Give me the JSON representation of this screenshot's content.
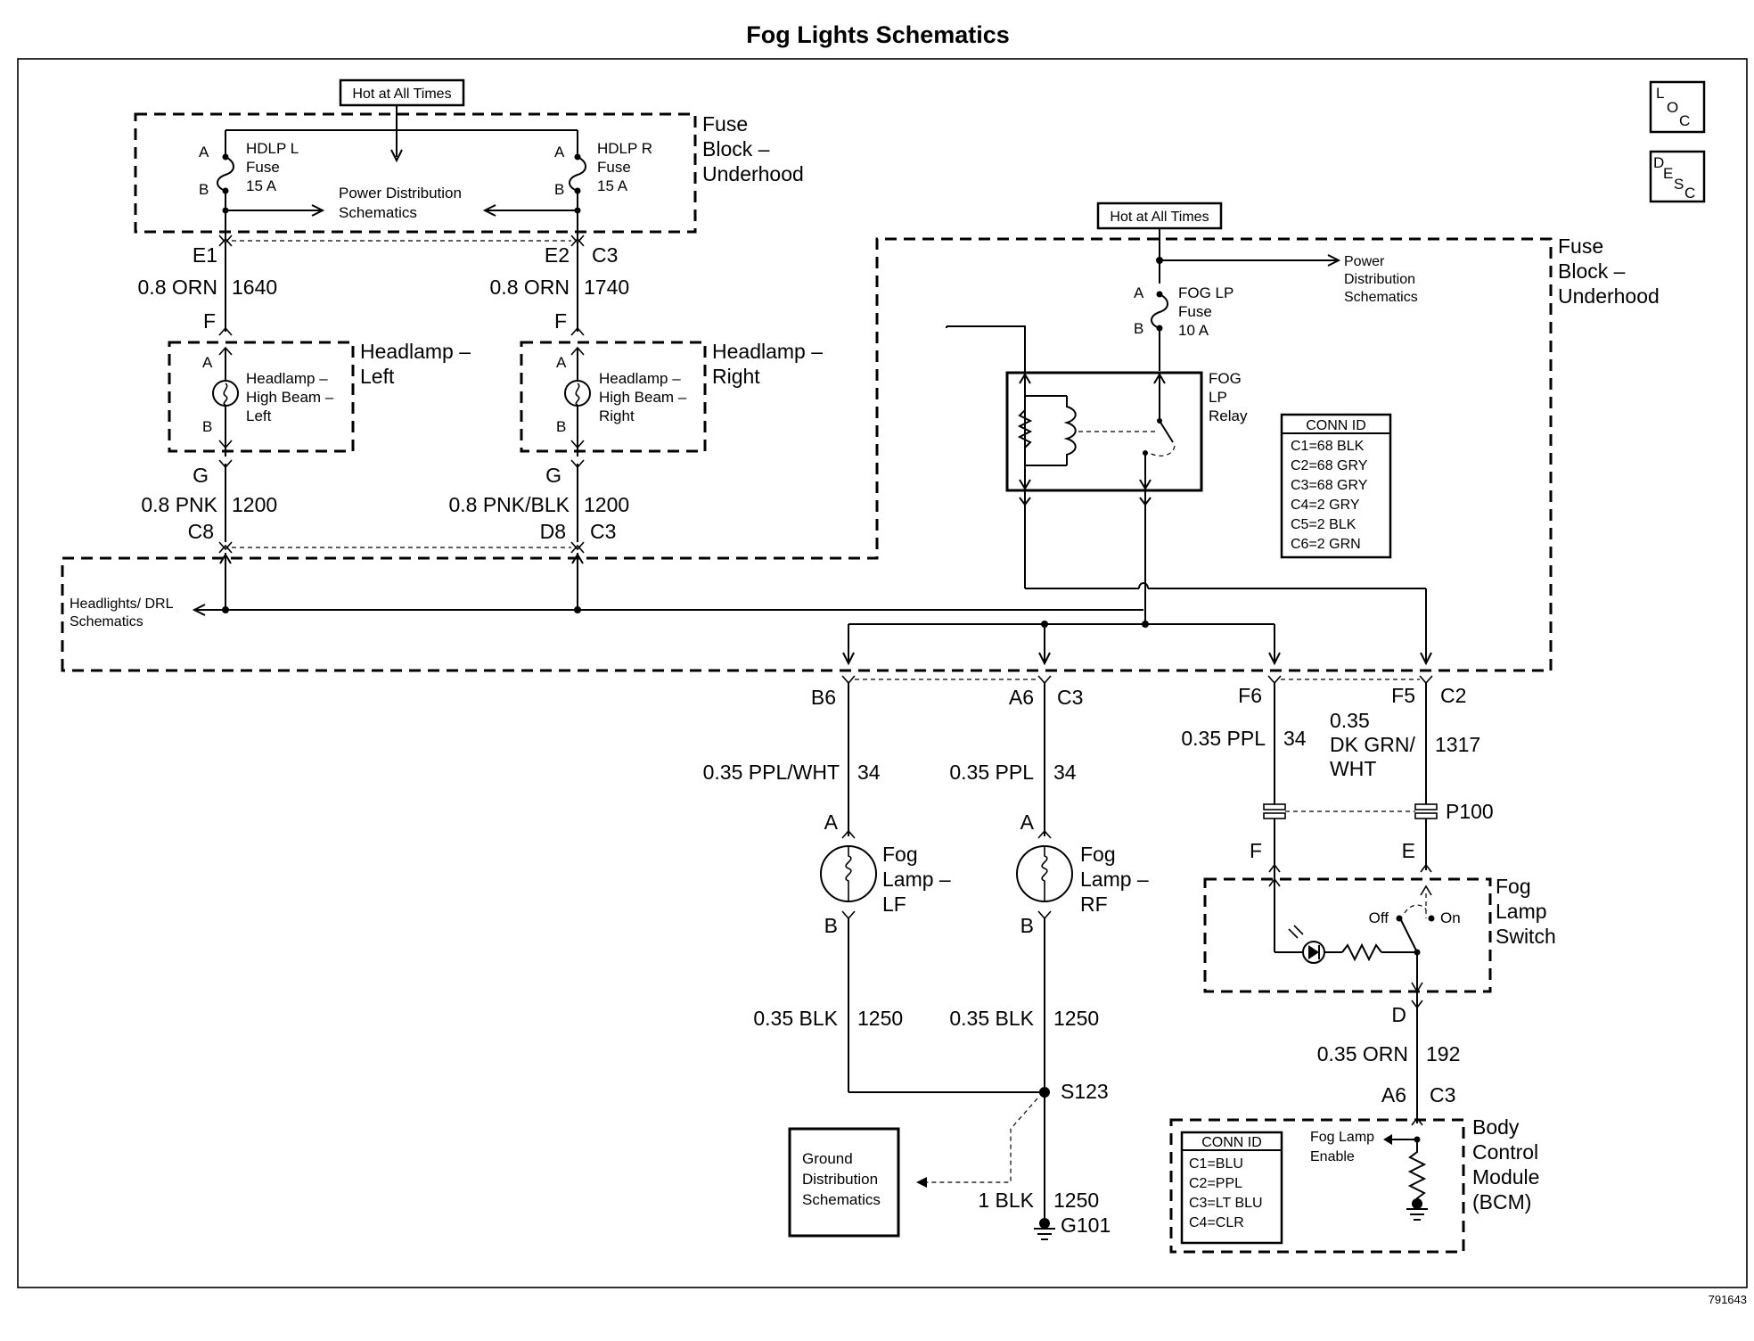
{
  "title": "Fog Lights Schematics",
  "figure_id": "791643",
  "icons": {
    "loc": [
      "L",
      "O",
      "C"
    ],
    "desc": [
      "D",
      "E",
      "S",
      "C"
    ]
  },
  "hot1": "Hot at All Times",
  "hot2": "Hot at All Times",
  "fuse_block_1": [
    "Fuse",
    "Block –",
    "Underhood"
  ],
  "fuse_block_2": [
    "Fuse",
    "Block –",
    "Underhood"
  ],
  "hdlp_l": {
    "name": [
      "HDLP L",
      "Fuse",
      "15 A"
    ],
    "pin_a": "A",
    "pin_b": "B"
  },
  "hdlp_r": {
    "name": [
      "HDLP R",
      "Fuse",
      "15 A"
    ],
    "pin_a": "A",
    "pin_b": "B"
  },
  "power_dist_1": [
    "Power Distribution",
    "Schematics"
  ],
  "power_dist_2": [
    "Power",
    "Distribution",
    "Schematics"
  ],
  "fog_lp_fuse": {
    "name": [
      "FOG LP",
      "Fuse",
      "10 A"
    ],
    "pin_a": "A",
    "pin_b": "B"
  },
  "fog_lp_relay": [
    "FOG",
    "LP",
    "Relay"
  ],
  "conn_id_fuse": {
    "header": "CONN ID",
    "rows": [
      "C1=68 BLK",
      "C2=68 GRY",
      "C3=68 GRY",
      "C4=2 GRY",
      "C5=2 BLK",
      "C6=2 GRN"
    ]
  },
  "conn_id_bcm": {
    "header": "CONN ID",
    "rows": [
      "C1=BLU",
      "C2=PPL",
      "C3=LT BLU",
      "C4=CLR"
    ]
  },
  "left_circuit": {
    "pin_top": "E1",
    "wire1": "0.8 ORN",
    "circ1": "1640",
    "pin_f": "F",
    "lamp_label": [
      "Headlamp –",
      "Left"
    ],
    "lamp_inner": [
      "Headlamp –",
      "High Beam –",
      "Left"
    ],
    "pin_a": "A",
    "pin_b": "B",
    "pin_g": "G",
    "wire2": "0.8 PNK",
    "circ2": "1200",
    "conn": "C8"
  },
  "right_circuit": {
    "pin_top": "E2",
    "conn_top": "C3",
    "wire1": "0.8 ORN",
    "circ1": "1740",
    "pin_f": "F",
    "lamp_label": [
      "Headlamp –",
      "Right"
    ],
    "lamp_inner": [
      "Headlamp –",
      "High Beam –",
      "Right"
    ],
    "pin_a": "A",
    "pin_b": "B",
    "pin_g": "G",
    "wire2": "0.8 PNK/BLK",
    "circ2": "1200",
    "pin_d8": "D8",
    "conn": "C3"
  },
  "headlights_drl": [
    "Headlights/ DRL",
    "Schematics"
  ],
  "fog_lf": {
    "pin_top": "B6",
    "wire1": "0.35 PPL/WHT",
    "circ1": "34",
    "pin_a": "A",
    "pin_b": "B",
    "label": [
      "Fog",
      "Lamp –",
      "LF"
    ],
    "wire2": "0.35 BLK",
    "circ2": "1250"
  },
  "fog_rf": {
    "pin_top": "A6",
    "conn_top": "C3",
    "wire1": "0.35 PPL",
    "circ1": "34",
    "pin_a": "A",
    "pin_b": "B",
    "label": [
      "Fog",
      "Lamp –",
      "RF"
    ],
    "wire2": "0.35 BLK",
    "circ2": "1250"
  },
  "splice": "S123",
  "ground_dist": [
    "Ground",
    "Distribution",
    "Schematics"
  ],
  "ground": {
    "wire": "1 BLK",
    "circ": "1250",
    "name": "G101"
  },
  "switch_circuit": {
    "pin_f6": "F6",
    "wire_f6": "0.35 PPL",
    "circ_f6": "34",
    "pin_f5": "F5",
    "conn_f5": "C2",
    "wire_f5": [
      "0.35",
      "DK GRN/",
      "WHT"
    ],
    "circ_f5": "1317",
    "p100": "P100",
    "pin_f": "F",
    "pin_e": "E",
    "switch_label": [
      "Fog",
      "Lamp",
      "Switch"
    ],
    "off": "Off",
    "on": "On",
    "pin_d": "D",
    "wire_d": "0.35 ORN",
    "circ_d": "192",
    "pin_a6": "A6",
    "conn_c3": "C3"
  },
  "bcm": {
    "label": [
      "Body",
      "Control",
      "Module",
      "(BCM)"
    ],
    "enable": [
      "Fog Lamp",
      "Enable"
    ]
  }
}
